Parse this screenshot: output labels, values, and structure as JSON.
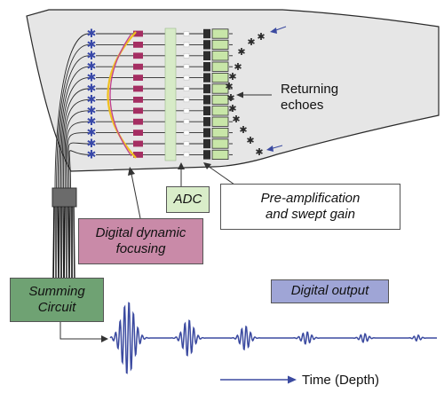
{
  "labels": {
    "returning_echoes": [
      "Returning",
      "echoes"
    ],
    "adc": "ADC",
    "preamp": [
      "Pre-amplification",
      "and swept gain"
    ],
    "focusing": [
      "Digital dynamic",
      "focusing"
    ],
    "summing": [
      "Summing",
      "Circuit"
    ],
    "digital_output": "Digital output",
    "time_axis": "Time (Depth)"
  },
  "colors": {
    "transducer_body": "#e6e6e6",
    "outline": "#2a2a2a",
    "element_marks": "#3848a8",
    "delay_blocks": "#a52e62",
    "focus_curve_outer": "#f0c020",
    "focus_curve_inner": "#c04090",
    "adc_strip": "#d7ebc7",
    "gain_blocks": "#2d2d2d",
    "gain_green": "#c8e6a8",
    "echo_marks": "#2a2a2a",
    "waveform": "#3b4aa0",
    "arrow_blue": "#3b4aa0",
    "focusing_box": "#c98aa8",
    "adc_box": "#d9edc9",
    "summing_box": "#6fa273",
    "output_box": "#9fa5d6"
  },
  "channel_count": 12,
  "waveform_packets": [
    {
      "amplitude": 1.0
    },
    {
      "amplitude": 0.5
    },
    {
      "amplitude": 0.33
    },
    {
      "amplitude": 0.17
    },
    {
      "amplitude": 0.12
    },
    {
      "amplitude": 0.08
    }
  ]
}
